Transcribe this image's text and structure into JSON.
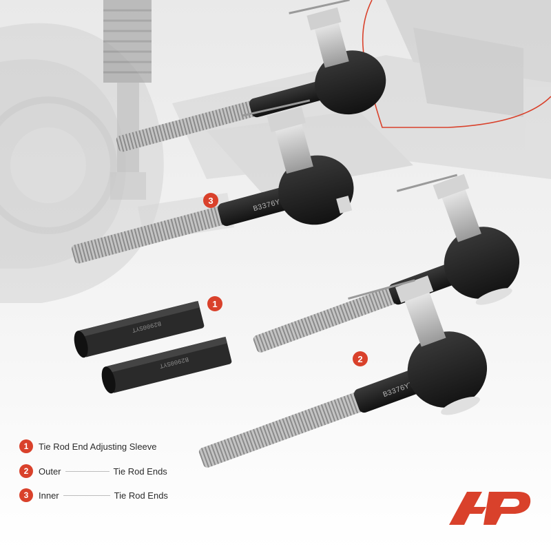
{
  "legend": {
    "items": [
      {
        "number": "1",
        "text": "Tie Rod End Adjusting Sleeve",
        "suffix": ""
      },
      {
        "number": "2",
        "text": "Outer",
        "suffix": "Tie Rod Ends"
      },
      {
        "number": "3",
        "text": "Inner",
        "suffix": "Tie Rod Ends"
      }
    ]
  },
  "callouts": {
    "sleeve": "1",
    "outer": "2",
    "inner": "3"
  },
  "part_markings": {
    "tie_rod": "B3376YT",
    "outer_tie_rod": "B3376YT",
    "sleeve": "B2900SYT"
  },
  "colors": {
    "accent": "#d9412b",
    "part_black": "#1c1c1c",
    "thread_silver": "#b9b9b9"
  },
  "brand": {
    "logo_icon": "ap-brand-logo"
  }
}
